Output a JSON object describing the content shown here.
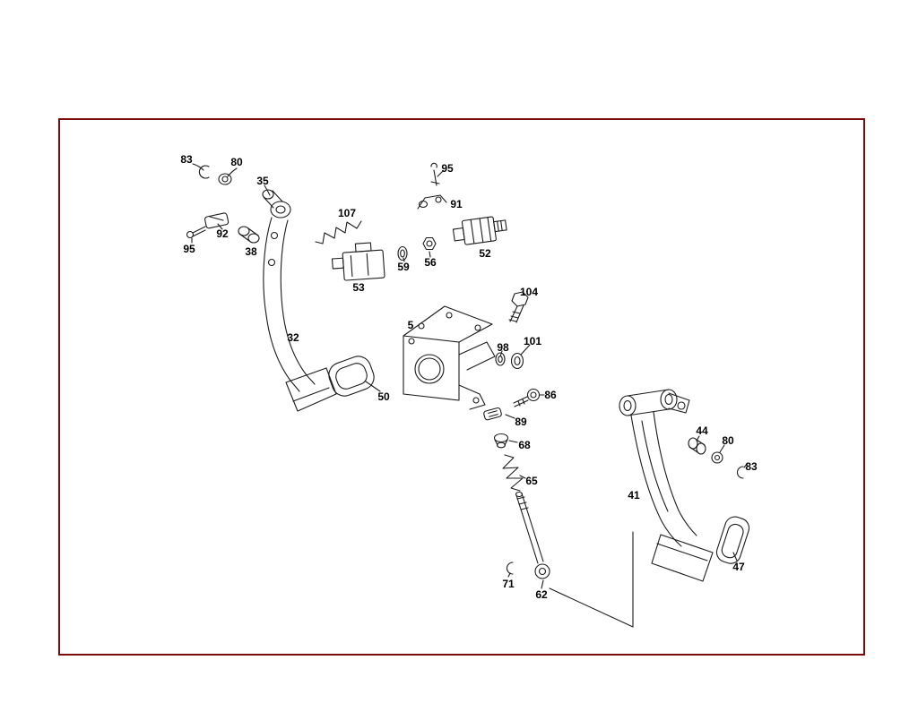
{
  "diagram": {
    "frame_color": "#7b0b0b",
    "line_color": "#1c1c1c",
    "labels": [
      {
        "part": "83"
      },
      {
        "part": "80"
      },
      {
        "part": "35"
      },
      {
        "part": "95"
      },
      {
        "part": "91"
      },
      {
        "part": "107"
      },
      {
        "part": "92"
      },
      {
        "part": "95"
      },
      {
        "part": "38"
      },
      {
        "part": "59"
      },
      {
        "part": "56"
      },
      {
        "part": "52"
      },
      {
        "part": "53"
      },
      {
        "part": "104"
      },
      {
        "part": "5"
      },
      {
        "part": "98"
      },
      {
        "part": "101"
      },
      {
        "part": "32"
      },
      {
        "part": "86"
      },
      {
        "part": "50"
      },
      {
        "part": "89"
      },
      {
        "part": "68"
      },
      {
        "part": "44"
      },
      {
        "part": "80"
      },
      {
        "part": "83"
      },
      {
        "part": "65"
      },
      {
        "part": "41"
      },
      {
        "part": "47"
      },
      {
        "part": "71"
      },
      {
        "part": "62"
      }
    ]
  }
}
